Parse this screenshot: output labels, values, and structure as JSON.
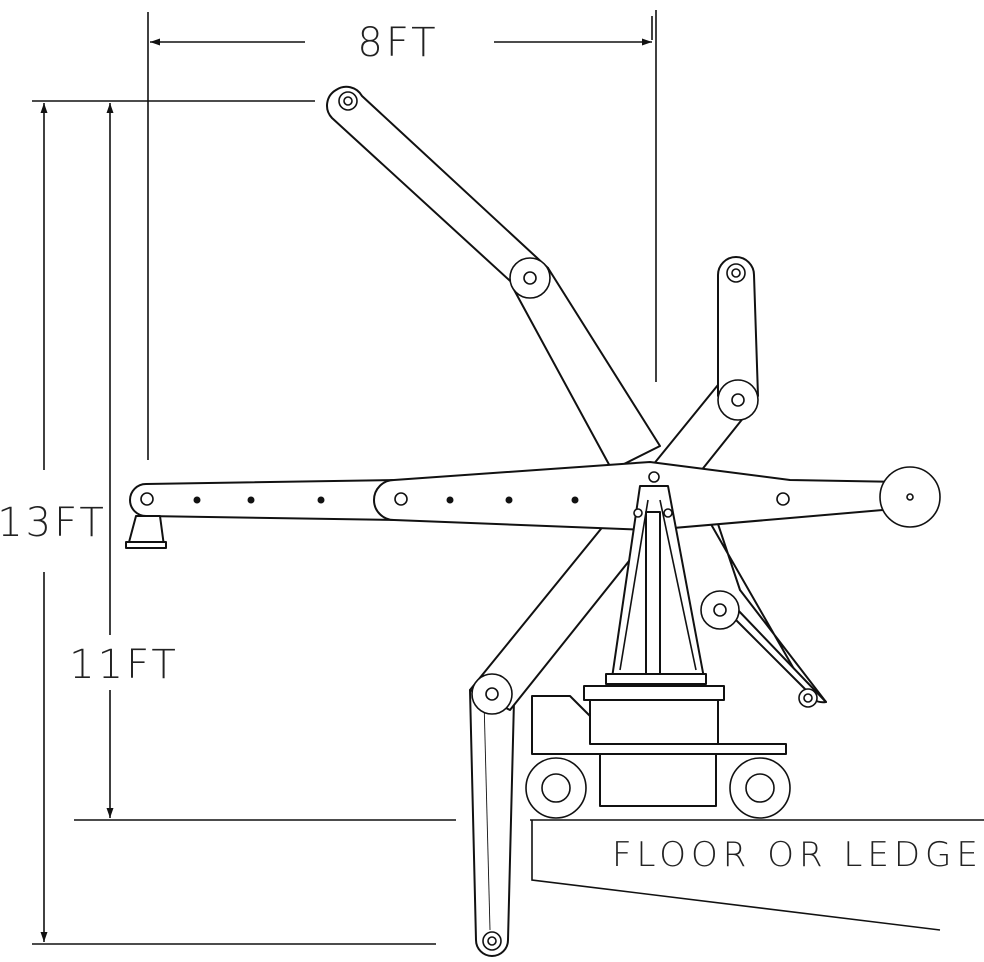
{
  "labels": {
    "width_dim": "8FT",
    "height_total_dim": "13FT",
    "height_pivot_dim": "11FT",
    "floor_note": "FLOOR OR LEDGE"
  },
  "colors": {
    "line": "#111111",
    "background": "#ffffff"
  }
}
